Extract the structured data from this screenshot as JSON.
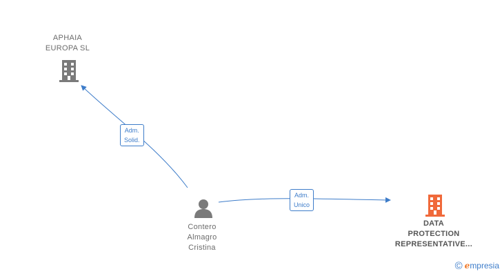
{
  "nodes": {
    "company_a": {
      "lines": [
        "APHAIA",
        "EUROPA  SL"
      ],
      "color": "#7a7a7a"
    },
    "person": {
      "lines": [
        "Contero",
        "Almagro",
        "Cristina"
      ],
      "color": "#7a7a7a"
    },
    "company_b": {
      "lines": [
        "DATA",
        "PROTECTION",
        "REPRESENTATIVE..."
      ],
      "color": "#f0693a"
    }
  },
  "edges": {
    "to_company_a": {
      "lines": [
        "Adm.",
        "Solid."
      ]
    },
    "to_company_b": {
      "lines": [
        "Adm.",
        "Unico"
      ]
    }
  },
  "colors": {
    "edge": "#3d7cc9"
  },
  "brand": {
    "symbol": "©",
    "initial": "e",
    "rest": "mpresia"
  }
}
